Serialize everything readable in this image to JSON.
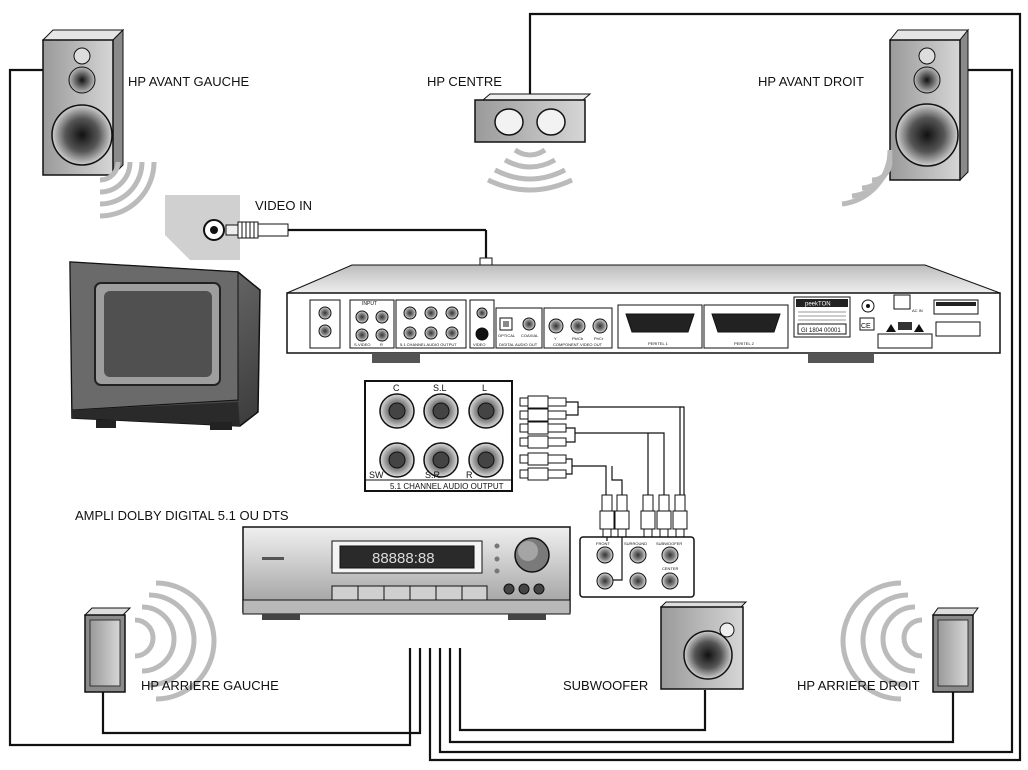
{
  "labels": {
    "hp_avant_gauche": "HP AVANT GAUCHE",
    "hp_centre": "HP CENTRE",
    "hp_avant_droit": "HP AVANT DROIT",
    "video_in": "VIDEO IN",
    "ampli": "AMPLI DOLBY DIGITAL 5.1 OU DTS",
    "hp_arriere_gauche": "HP ARRIERE GAUCHE",
    "subwoofer": "SUBWOOFER",
    "hp_arriere_droit": "HP ARRIERE DROIT"
  },
  "dvd_player": {
    "brand": "peekTON",
    "panel": {
      "input": "INPUT",
      "svideo": "S-VIDEO",
      "r": "R",
      "audio51": "5.1 CHANNEL AUDIO OUTPUT",
      "video": "VIDEO",
      "optical": "OPTICAL",
      "coaxial": "COAXIAL",
      "digital_audio_out": "DIGITAL AUDIO OUT",
      "component_out": "COMPONENT VIDEO OUT",
      "y": "Y",
      "pb": "Pb/Cb",
      "pr": "Pr/Cr",
      "peritel1": "PERITEL 1",
      "peritel2": "PERITEL 2",
      "serial": "GI 1804 00001",
      "ce": "CE",
      "ac_in": "AC IN"
    }
  },
  "audio_panel": {
    "c": "C",
    "sl": "S.L",
    "l": "L",
    "sw": "SW",
    "sr": "S.R",
    "r": "R",
    "title": "5.1 CHANNEL AUDIO OUTPUT"
  },
  "amp": {
    "display": "88888:88",
    "front": "FRONT",
    "surround": "SURROUND",
    "subwoofer": "SUBWOOFER",
    "center": "CENTER"
  }
}
